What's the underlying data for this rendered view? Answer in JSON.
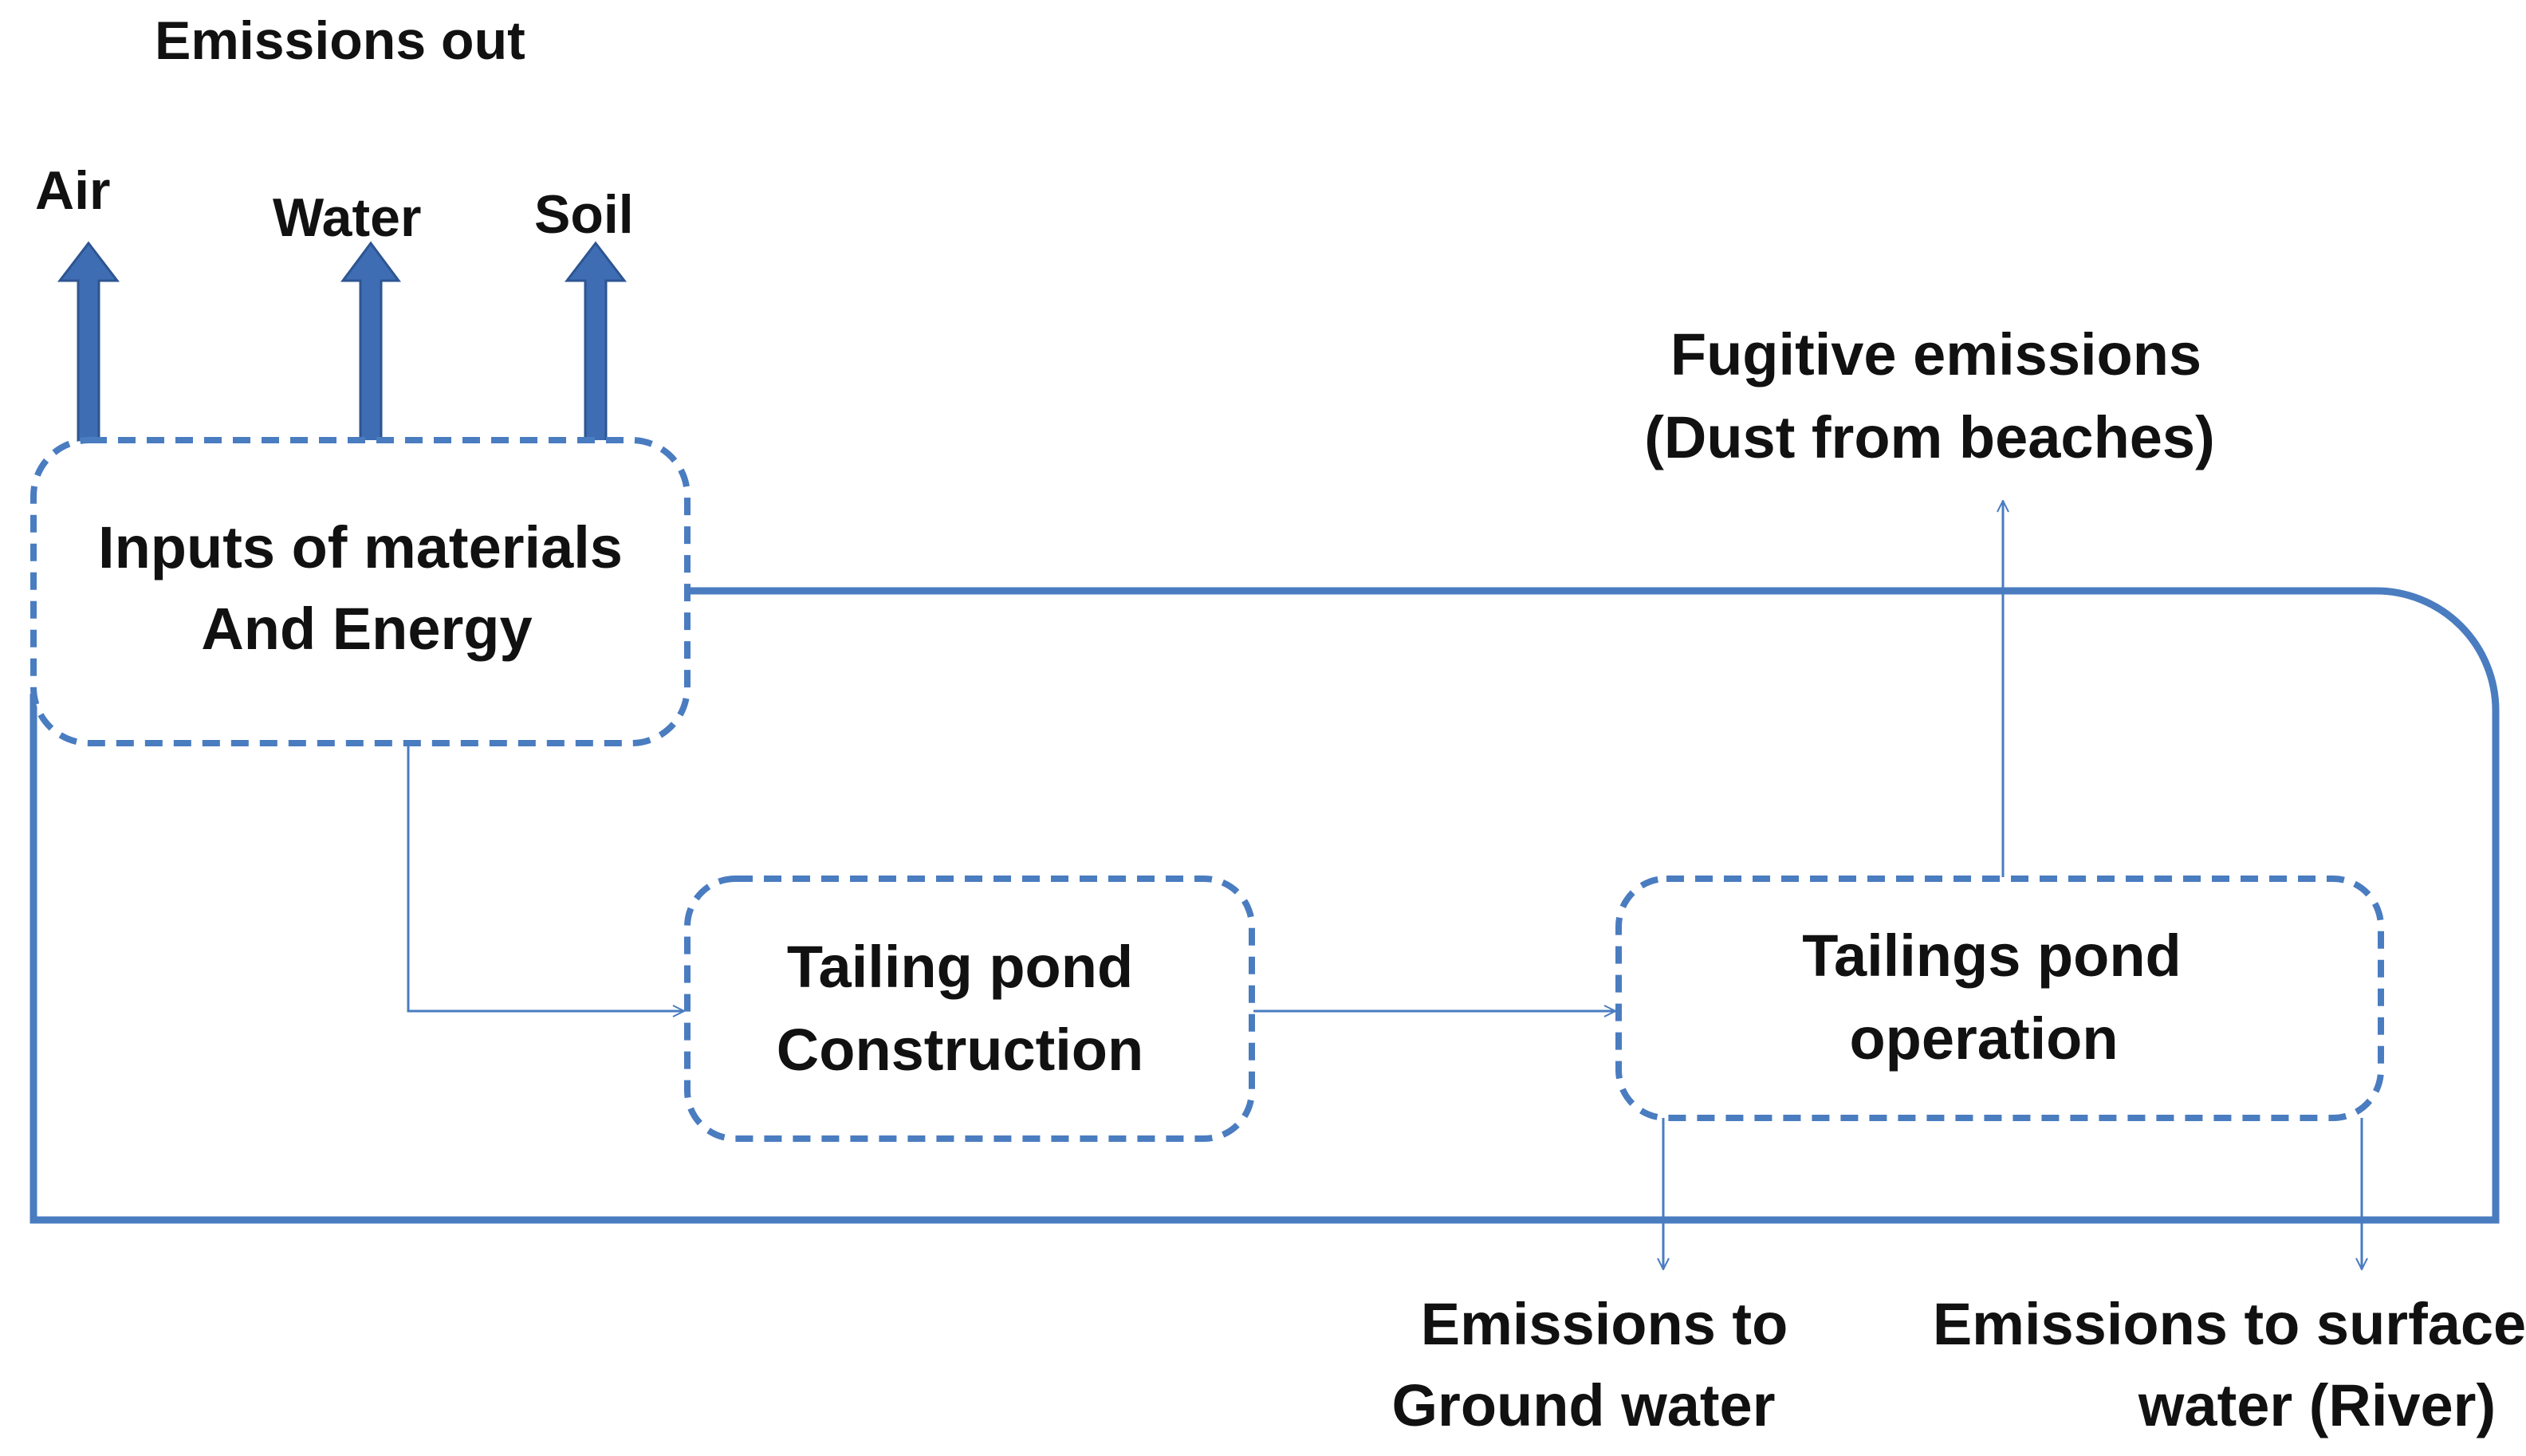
{
  "title": "Emissions out",
  "outputs": {
    "air": "Air",
    "water": "Water",
    "soil": "Soil"
  },
  "nodes": {
    "inputs": {
      "line1": "Inputs of materials",
      "line2": "And Energy"
    },
    "construction": {
      "line1": "Tailing pond",
      "line2": "Construction"
    },
    "operation": {
      "line1": "Tailings pond",
      "line2": "operation"
    }
  },
  "fugitive": {
    "line1": "Fugitive emissions",
    "line2": "(Dust from beaches)"
  },
  "ground_water": {
    "line1": "Emissions to",
    "line2": "Ground water"
  },
  "surface_water": {
    "line1": "Emissions to surface",
    "line2": "water (River)"
  },
  "colors": {
    "line": "#4a7cc0",
    "arrow_fill": "#3f6db4",
    "arrow_stroke": "#2d5591",
    "text": "#111111"
  }
}
